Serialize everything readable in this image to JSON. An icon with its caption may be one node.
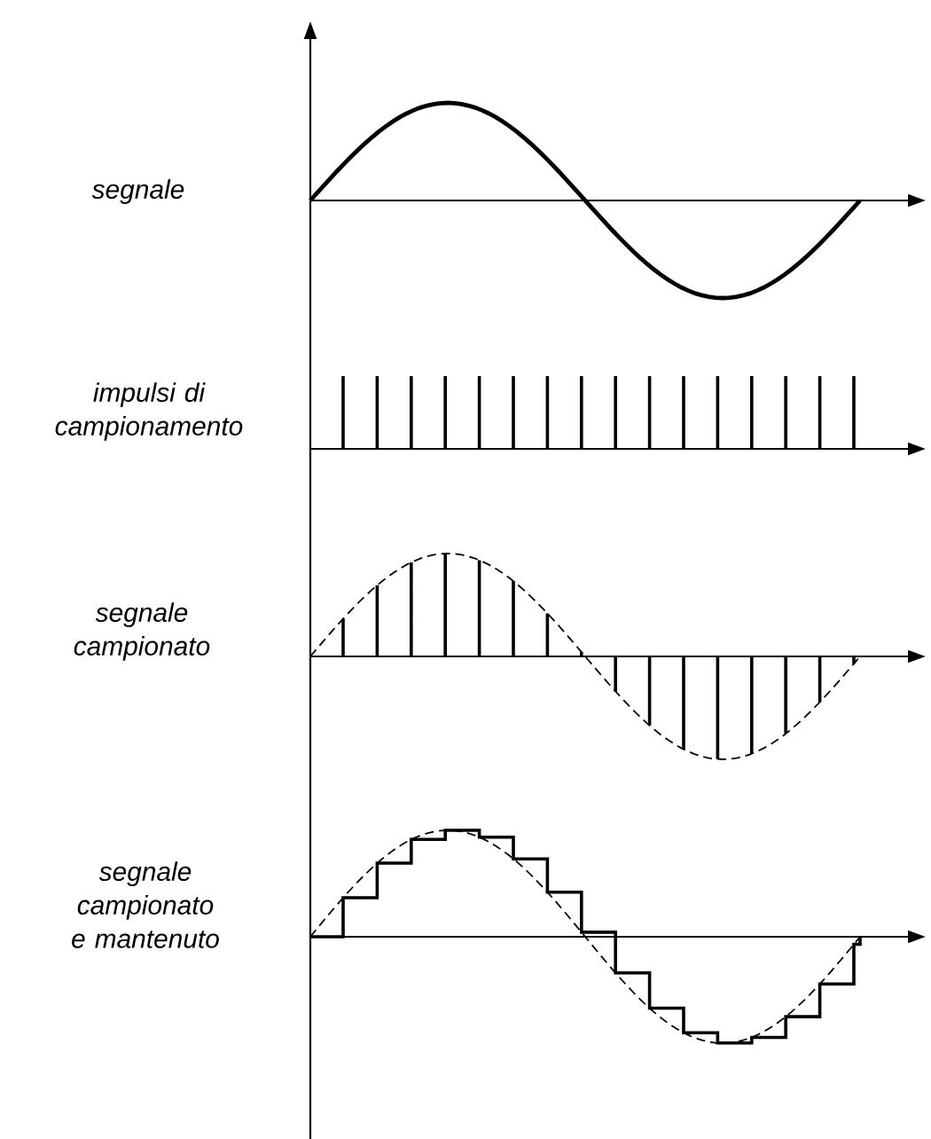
{
  "diagram": {
    "labels": [
      "segnale",
      "impulsi di campionamento",
      "segnale campionato",
      "segnale campionato e mantenuto"
    ]
  }
}
